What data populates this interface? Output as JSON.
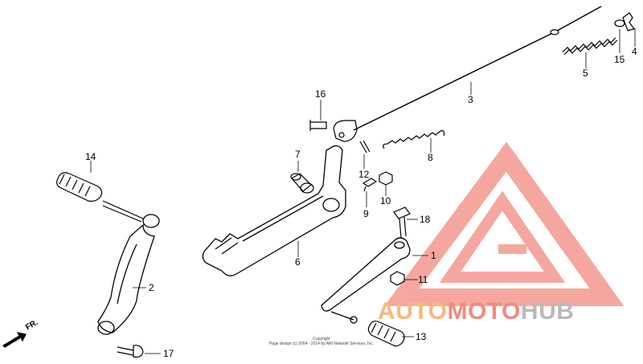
{
  "labels": {
    "l1": "1",
    "l2": "2",
    "l3": "3",
    "l4": "4",
    "l5": "5",
    "l6": "6",
    "l7": "7",
    "l8": "8",
    "l9": "9",
    "l10": "10",
    "l11": "11",
    "l12": "12",
    "l13": "13",
    "l14": "14",
    "l15": "15",
    "l16": "16",
    "l17": "17",
    "l18": "18"
  },
  "direction_label": "FR.",
  "copyright": {
    "line1": "Copyright",
    "line2": "Page design (c) 2004 - 2014 by ARI Network Services, Inc."
  },
  "watermark": {
    "part1": "AUTO",
    "part2": "MOTO",
    "part3": "HUB",
    "colors": {
      "auto": "#f7b97a",
      "moto": "#f28a80",
      "hub": "#b9b9b9",
      "logo": "#f28a80"
    }
  }
}
